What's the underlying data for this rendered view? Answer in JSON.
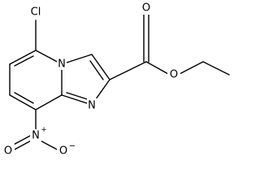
{
  "molecule": {
    "atom_labels": {
      "chlorine": "Cl",
      "ring_nitrogen": "N",
      "imine_nitrogen": "N",
      "carbonyl_oxygen": "O",
      "ester_oxygen": "O",
      "nitro_nitrogen": "N",
      "nitro_oxygen_left": "O",
      "nitro_oxygen_right": "O"
    },
    "charges": {
      "nitro_nitrogen": "+",
      "nitro_oxygen_right": "−"
    }
  }
}
